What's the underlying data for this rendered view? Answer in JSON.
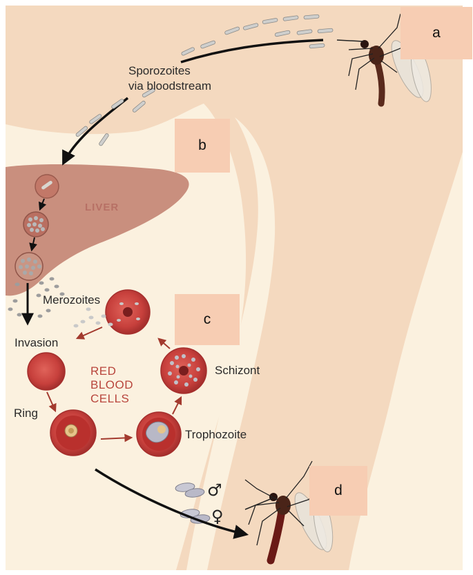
{
  "labels": {
    "sporozoites_line1": "Sporozoites",
    "sporozoites_line2": "via bloodstream",
    "liver": "LIVER",
    "merozoites": "Merozoites",
    "invasion": "Invasion",
    "rbc_line1": "RED",
    "rbc_line2": "BLOOD",
    "rbc_line3": "CELLS",
    "schizont": "Schizont",
    "ring": "Ring",
    "trophozoite": "Trophozoite",
    "male_symbol": "♂",
    "female_symbol": "♀"
  },
  "boxes": {
    "a": "a",
    "b": "b",
    "c": "c",
    "d": "d"
  },
  "colors": {
    "skin": "#f4d9bf",
    "background": "#fbf1df",
    "liver": "#c98f7e",
    "rbc": "#c7403c",
    "box": "#f7cdb3",
    "arrow_dark": "#111111",
    "arrow_red": "#a33a2e"
  }
}
